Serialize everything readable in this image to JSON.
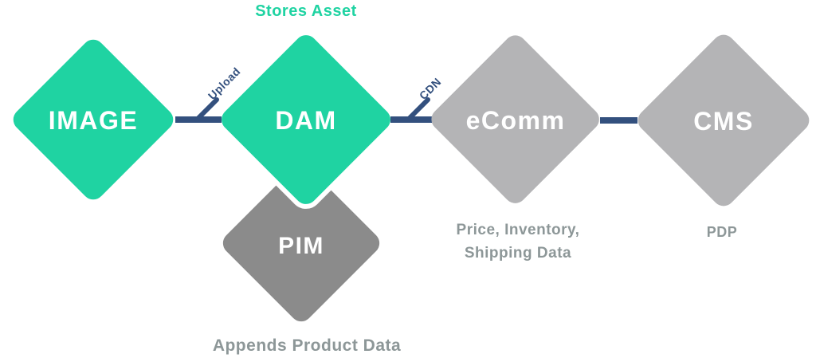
{
  "diagram": {
    "title": "Stores Asset",
    "nodes": [
      {
        "id": "image",
        "label": "IMAGE",
        "color": "#1fd3a2"
      },
      {
        "id": "dam",
        "label": "DAM",
        "color": "#1fd3a2"
      },
      {
        "id": "ecomm",
        "label": "eComm",
        "color": "#b4b4b6"
      },
      {
        "id": "cms",
        "label": "CMS",
        "color": "#b4b4b6"
      },
      {
        "id": "pim",
        "label": "PIM",
        "color": "#8b8b8b"
      }
    ],
    "connectors": [
      {
        "from": "image",
        "to": "dam",
        "label": "Upload"
      },
      {
        "from": "dam",
        "to": "ecomm",
        "label": "CDN"
      },
      {
        "from": "ecomm",
        "to": "cms",
        "label": ""
      }
    ],
    "captions": {
      "dam_top": "Stores Asset",
      "ecomm_line1": "Price, Inventory,",
      "ecomm_line2": "Shipping Data",
      "cms": "PDP",
      "pim_bottom": "Appends Product Data"
    },
    "colors": {
      "teal": "#1fd3a2",
      "light_gray": "#b4b4b6",
      "dark_gray": "#8b8b8b",
      "navy": "#33507e",
      "caption_gray": "#8d9798",
      "node_text": "#ffffff"
    }
  }
}
